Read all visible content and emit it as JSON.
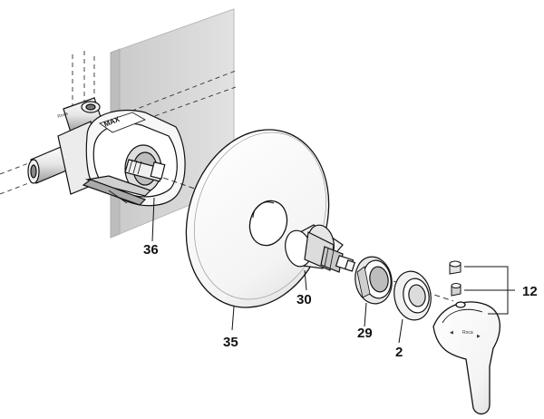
{
  "callouts": {
    "c36": "36",
    "c30": "30",
    "c35": "35",
    "c29": "29",
    "c2": "2",
    "c12": "12"
  },
  "markings": {
    "max_label": "MAX",
    "brand_text": "Roca",
    "cold_mark": "◀",
    "hot_mark": "▶"
  },
  "colors": {
    "stroke": "#111111",
    "wall_fill": "#d9d9d9",
    "wall_edge": "#bdbdbd",
    "part_fill": "#ffffff"
  }
}
